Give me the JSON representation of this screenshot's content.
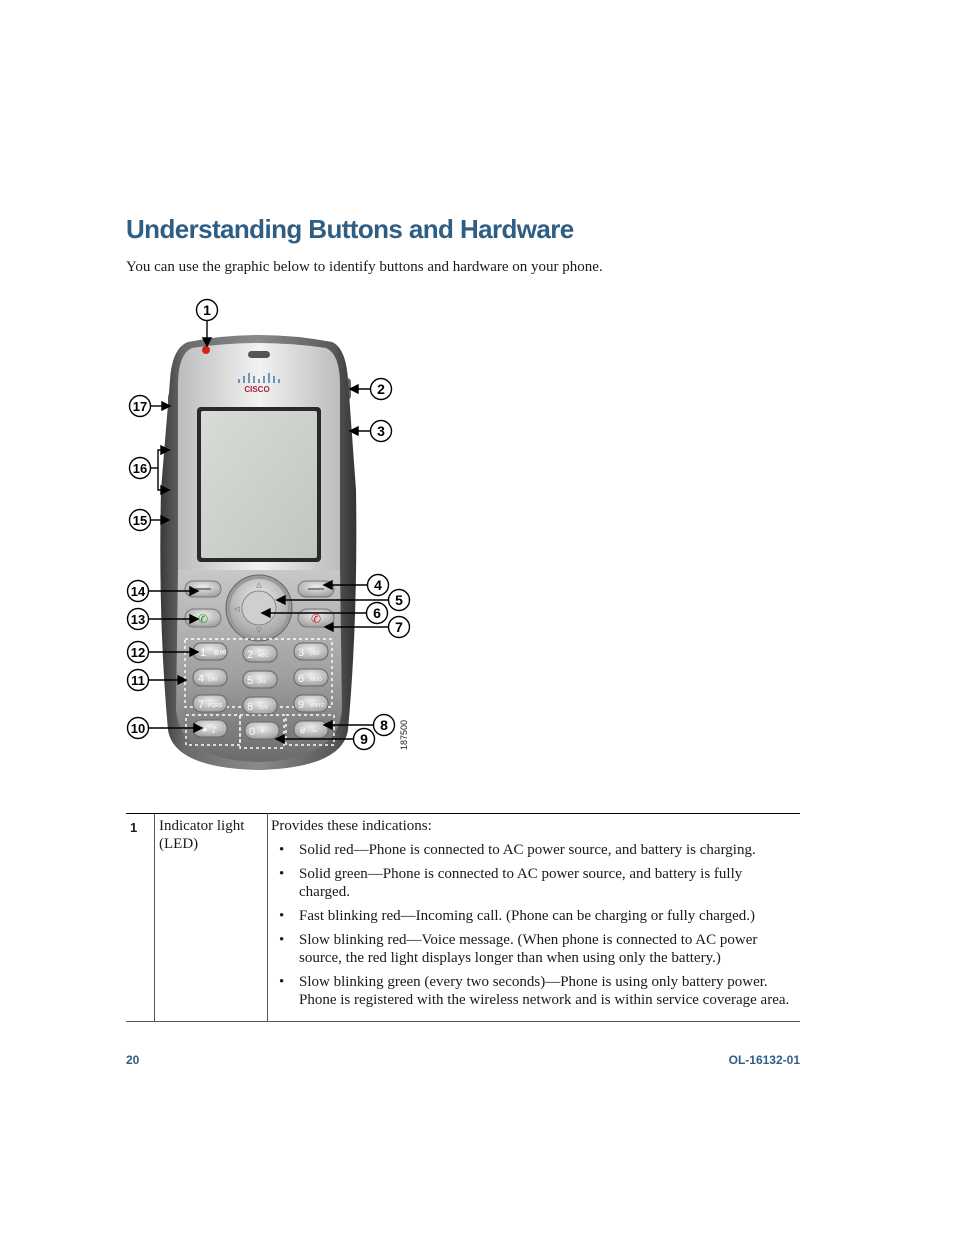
{
  "page": {
    "title": "Understanding Buttons and Hardware",
    "intro": "You can use the graphic below to identify buttons and hardware on your phone."
  },
  "figure": {
    "brand": "CISCO",
    "figure_id": "187500",
    "callouts": [
      "1",
      "2",
      "3",
      "4",
      "5",
      "6",
      "7",
      "8",
      "9",
      "10",
      "11",
      "12",
      "13",
      "14",
      "15",
      "16",
      "17"
    ],
    "keys": {
      "k1": "1",
      "k2": "2",
      "k2l": "ABC",
      "k3": "3",
      "k3l": "DEF",
      "k4": "4",
      "k4l": "GHI",
      "k5": "5",
      "k5l": "JKL",
      "k6": "6",
      "k6l": "MNO",
      "k7": "7",
      "k7l": "PQRS",
      "k8": "8",
      "k8l": "TUV",
      "k9": "9",
      "k9l": "WXYZ",
      "k0": "0",
      "khash": "#"
    },
    "colors": {
      "led": "#d42020",
      "call": "#2a9a2a",
      "end": "#d42020"
    }
  },
  "table": {
    "rows": [
      {
        "num": "1",
        "name": "Indicator light (LED)",
        "desc": "Provides these indications:",
        "bullets": [
          "Solid red—Phone is connected to AC power source, and battery is charging.",
          "Solid green—Phone is connected to AC power source, and battery is fully charged.",
          "Fast blinking red—Incoming call. (Phone can be charging or fully charged.)",
          "Slow blinking red—Voice message. (When phone is connected to AC power source, the red light displays longer than when using only the battery.)",
          "Slow blinking green (every two seconds)—Phone is using only battery power. Phone is registered with the wireless network and is within service coverage area."
        ]
      }
    ]
  },
  "footer": {
    "page_number": "20",
    "doc_id": "OL-16132-01"
  }
}
